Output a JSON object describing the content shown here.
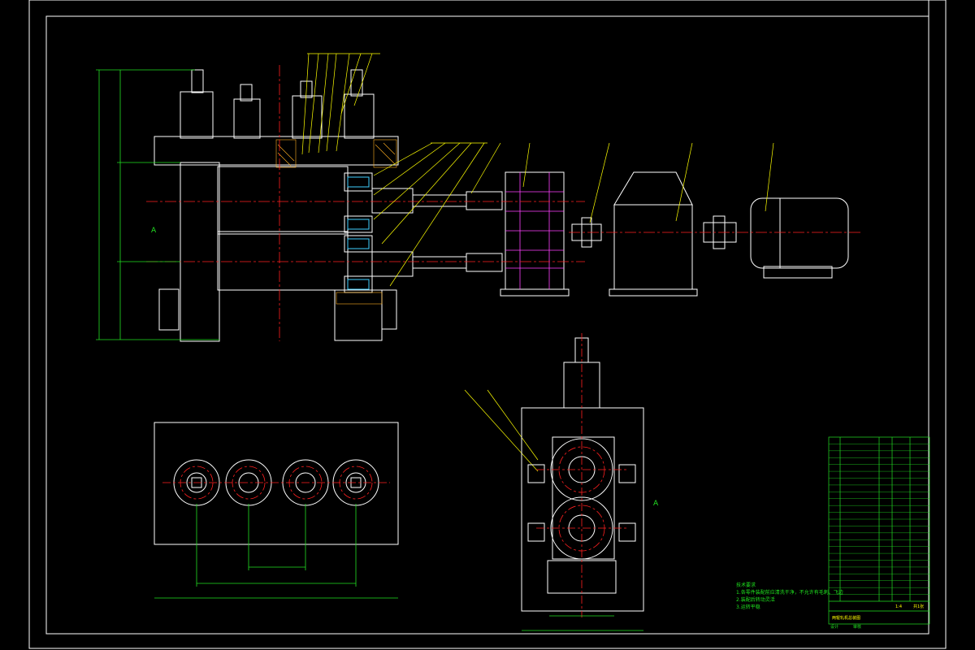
{
  "colors": {
    "background": "#000000",
    "frame": "#ffffff",
    "outline": "#ffffff",
    "centerline": "#ff2020",
    "dimension": "#22e022",
    "leader": "#ffff00",
    "hidden": "#ff40ff",
    "section": "#ffb020",
    "bearing": "#40d0ff"
  },
  "drawing": {
    "technical_notes_title": "技术要求",
    "technical_notes": [
      "1.各零件装配前应清洗干净，不允许有毛刺、飞边",
      "2.装配后转动灵活",
      "3.运转平稳"
    ],
    "title_block": {
      "title": "两辊轧机总装图",
      "scale": "1:4",
      "sheet": "共1张",
      "label_drawn": "设计",
      "label_check": "审核"
    },
    "parts_rows": 24,
    "view_label": "A"
  }
}
